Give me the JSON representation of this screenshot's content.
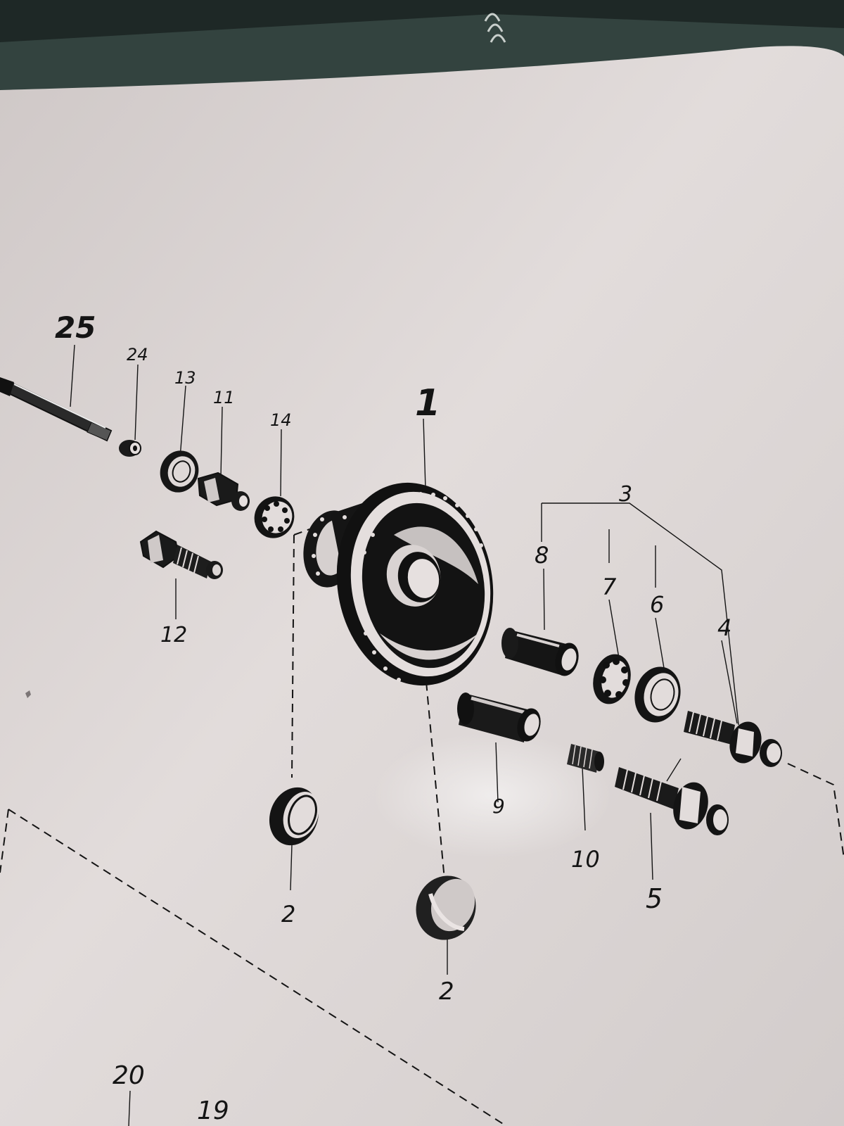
{
  "diagram": {
    "colors": {
      "paper": "#ddd7d6",
      "ink": "#141414",
      "background": "#33433f"
    },
    "callouts": [
      {
        "id": "c25",
        "text": "25"
      },
      {
        "id": "c24",
        "text": "24"
      },
      {
        "id": "c13",
        "text": "13"
      },
      {
        "id": "c11",
        "text": "11"
      },
      {
        "id": "c14",
        "text": "14"
      },
      {
        "id": "c1",
        "text": "1"
      },
      {
        "id": "c3",
        "text": "3"
      },
      {
        "id": "c8",
        "text": "8"
      },
      {
        "id": "c7",
        "text": "7"
      },
      {
        "id": "c6",
        "text": "6"
      },
      {
        "id": "c4",
        "text": "4"
      },
      {
        "id": "c12",
        "text": "12"
      },
      {
        "id": "c9",
        "text": "9"
      },
      {
        "id": "c10",
        "text": "10"
      },
      {
        "id": "c5",
        "text": "5"
      },
      {
        "id": "c2a",
        "text": "2"
      },
      {
        "id": "c2b",
        "text": "2"
      },
      {
        "id": "c20",
        "text": "20"
      },
      {
        "id": "c19",
        "text": "19"
      }
    ],
    "parts": [
      {
        "callout": "1",
        "name": "hub-shell-icon"
      },
      {
        "callout": "2",
        "name": "bearing-cup-icon"
      },
      {
        "callout": "4",
        "name": "threaded-axle-stub-icon"
      },
      {
        "callout": "5",
        "name": "threaded-axle-stub-icon"
      },
      {
        "callout": "6",
        "name": "washer-icon"
      },
      {
        "callout": "7",
        "name": "ball-bearing-icon"
      },
      {
        "callout": "8",
        "name": "spacer-tube-icon"
      },
      {
        "callout": "9",
        "name": "spacer-tube-icon"
      },
      {
        "callout": "10",
        "name": "knurled-nut-icon"
      },
      {
        "callout": "11",
        "name": "hex-nut-sleeve-icon"
      },
      {
        "callout": "12",
        "name": "threaded-bolt-icon"
      },
      {
        "callout": "13",
        "name": "seal-ring-icon"
      },
      {
        "callout": "14",
        "name": "ball-bearing-icon"
      },
      {
        "callout": "24",
        "name": "bushing-icon"
      },
      {
        "callout": "25",
        "name": "axle-rod-icon"
      }
    ]
  }
}
